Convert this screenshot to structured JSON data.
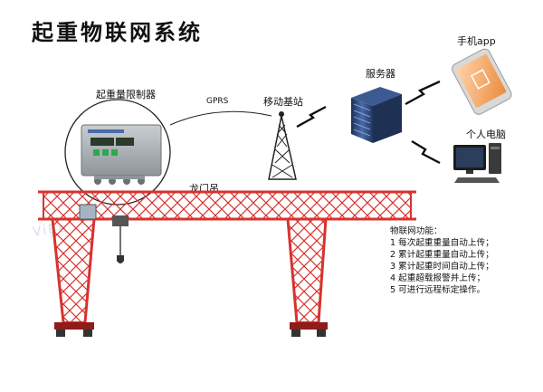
{
  "title": "起重物联网系统",
  "labels": {
    "limiter": "起重量限制器",
    "gprs": "GPRS",
    "base_station": "移动基站",
    "server": "服务器",
    "phone_app": "手机app",
    "pc": "个人电脑",
    "crane": "龙门吊"
  },
  "features": {
    "heading": "物联网功能：",
    "items": [
      "1 每次起重重量自动上传；",
      "2 累计起重重量自动上传；",
      "3 累计起重时间自动上传；",
      "4 起重超载报警并上传；",
      "5 可进行远程标定操作。"
    ]
  },
  "watermark": "ViBe",
  "colors": {
    "crane_red": "#d8322e",
    "crane_dark": "#8e1c1a",
    "panel_gray": "#9ea4a8",
    "server_blue": "#2f4f8a",
    "phone_orange": "#f0a86a"
  }
}
